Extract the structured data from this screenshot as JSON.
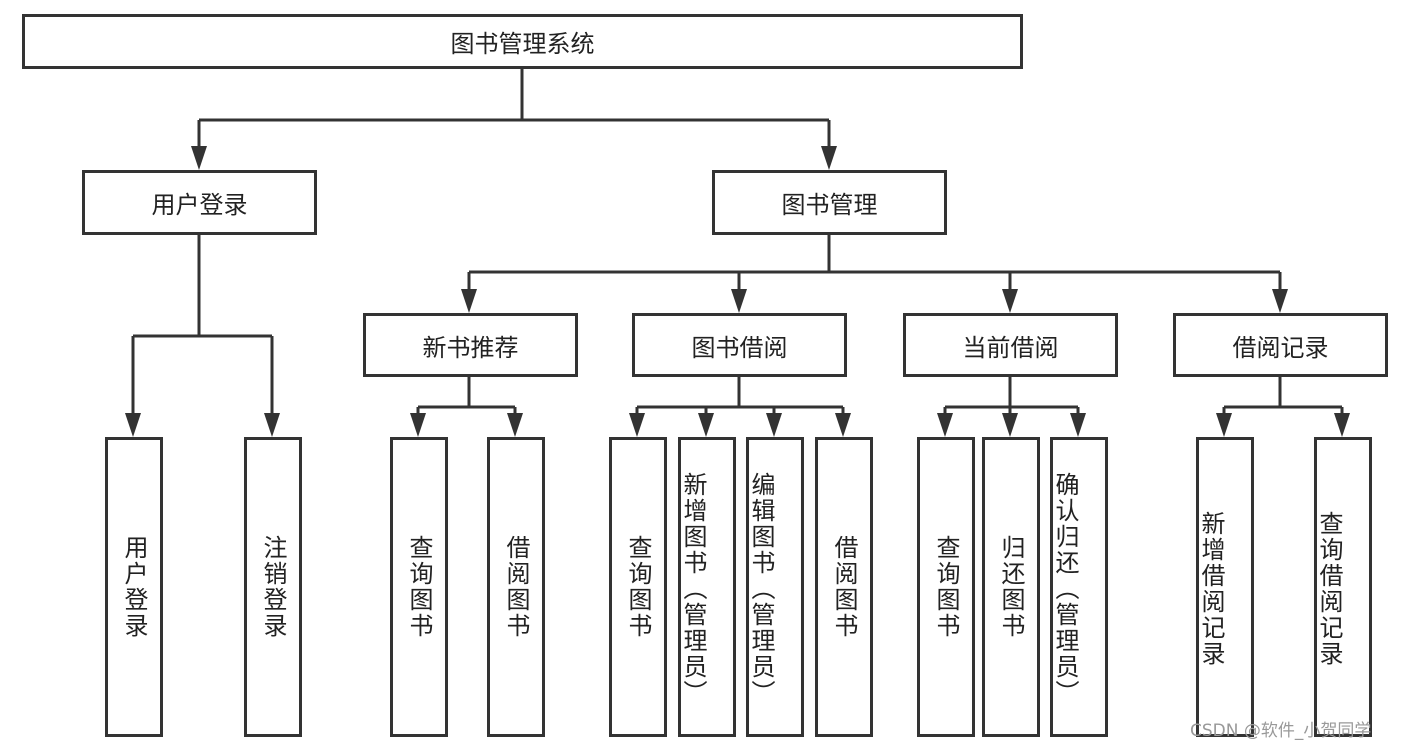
{
  "root": {
    "label": "图书管理系统"
  },
  "children": [
    {
      "label": "用户登录",
      "children": [
        {
          "label": "用户登录"
        },
        {
          "label": "注销登录"
        }
      ]
    },
    {
      "label": "图书管理",
      "children": [
        {
          "label": "新书推荐",
          "children": [
            {
              "label": "查询图书"
            },
            {
              "label": "借阅图书"
            }
          ]
        },
        {
          "label": "图书借阅",
          "children": [
            {
              "label": "查询图书"
            },
            {
              "label": "新增图书（管理员）"
            },
            {
              "label": "编辑图书（管理员）"
            },
            {
              "label": "借阅图书"
            }
          ]
        },
        {
          "label": "当前借阅",
          "children": [
            {
              "label": "查询图书"
            },
            {
              "label": "归还图书"
            },
            {
              "label": "确认归还（管理员）"
            }
          ]
        },
        {
          "label": "借阅记录",
          "children": [
            {
              "label": "新增借阅记录"
            },
            {
              "label": "查询借阅记录"
            }
          ]
        }
      ]
    }
  ],
  "watermark": "CSDN @软件_小贺同学",
  "colors": {
    "stroke": "#333333",
    "background": "#ffffff"
  }
}
